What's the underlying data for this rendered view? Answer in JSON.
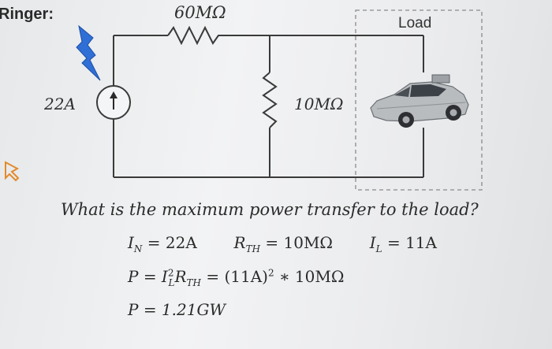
{
  "header": {
    "label": "Ringer:"
  },
  "circuit": {
    "r_series": "60MΩ",
    "r_shunt": "10MΩ",
    "source_current": "22A",
    "load_label": "Load"
  },
  "equations": {
    "question": "What is the maximum power transfer to the load?",
    "row1": {
      "in_lhs": "I",
      "in_sub": "N",
      "in_rhs": " = 22A",
      "rth_lhs": "R",
      "rth_sub": "TH",
      "rth_rhs": " = 10MΩ",
      "il_lhs": "I",
      "il_sub": "L",
      "il_rhs": " = 11A"
    },
    "row2": {
      "p": "P = I",
      "sub_l": "L",
      "sup_2": "2",
      "r": "R",
      "sub_th": "TH",
      "rest": " = (11A)",
      "sup_2b": "2",
      "tail": " ∗ 10MΩ"
    },
    "row3": {
      "text": "P = 1.21GW"
    }
  },
  "colors": {
    "wire": "#3a3a3a",
    "lightning": "#2f6fd6",
    "dashed_box": "#8a8a8a",
    "cursor": "#e38a2a"
  },
  "icons": [
    "lightning-icon",
    "up-arrow-icon",
    "cursor-icon",
    "car-icon"
  ]
}
